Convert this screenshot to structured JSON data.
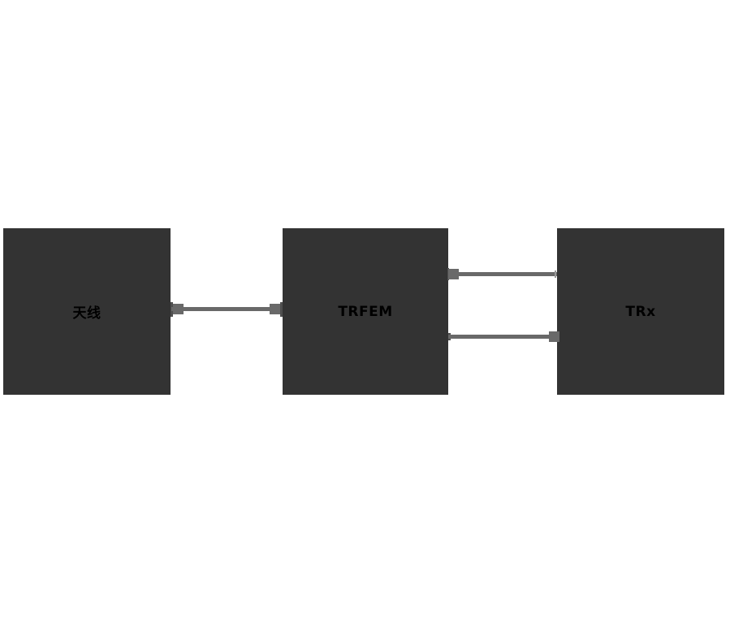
{
  "diagram": {
    "title": "rf-chain-block-diagram",
    "colors": {
      "canvas-bg": "#ffffff",
      "box-fill": "#333333",
      "label-color": "#000000",
      "connector-color": "#696969",
      "tick-color": "#4f4f4f",
      "tick-light-color": "#999999"
    },
    "nodes": [
      {
        "id": "antenna",
        "label": "天线"
      },
      {
        "id": "trfem",
        "label": "TRFEM"
      },
      {
        "id": "trx",
        "label": "TRx"
      }
    ],
    "connections": [
      {
        "from": "antenna",
        "to": "trfem",
        "position": "middle",
        "endpoints": "square-square"
      },
      {
        "from": "trfem",
        "to": "trx",
        "position": "upper",
        "endpoints": "square-plain"
      },
      {
        "from": "trfem",
        "to": "trx",
        "position": "lower",
        "endpoints": "plain-square"
      }
    ]
  }
}
